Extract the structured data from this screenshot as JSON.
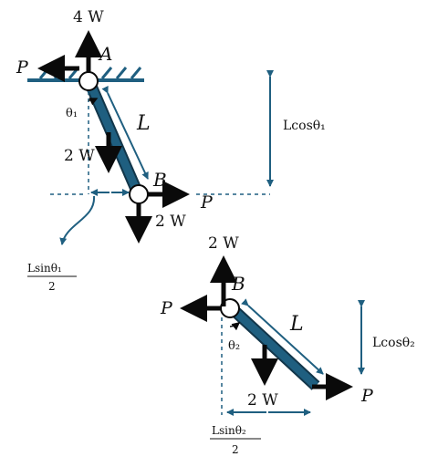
{
  "colors": {
    "rod": "#1f5f80",
    "rod_edge": "#12364a",
    "force": "#0a0a0a",
    "dim": "#1f5f80",
    "text": "#111111"
  },
  "labels": {
    "pivot_A": "A",
    "pivot_B_top": "B",
    "pivot_B_bottom": "B",
    "force_4W": "4 W",
    "force_P_left_top": "P",
    "force_P_right_top": "P",
    "force_2W_rod1": "2 W",
    "force_2W_below_B": "2 W",
    "force_2W_top2": "2 W",
    "force_P_left_bottom": "P",
    "force_P_right_bottom": "P",
    "force_2W_rod2": "2 W",
    "length_L_top": "L",
    "length_L_bottom": "L",
    "angle_theta1": "θ₁",
    "angle_theta2": "θ₂",
    "dim_Lcos1": "Lcosθ₁",
    "dim_Lcos2": "Lcosθ₂",
    "dim_Lsin1_num": "Lsinθ₁",
    "dim_Lsin1_den": "2",
    "dim_Lsin2_num": "Lsinθ₂",
    "dim_Lsin2_den": "2"
  }
}
